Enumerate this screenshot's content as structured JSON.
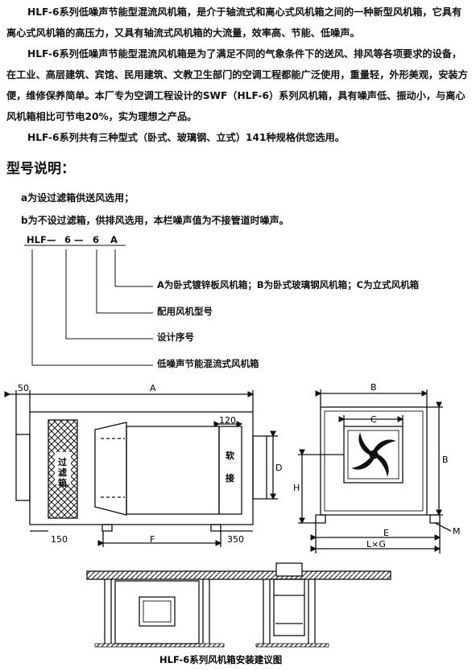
{
  "intro": {
    "p1": "HLF-6系列低噪声节能型混流风机箱，是介于轴流式和离心式风机箱之间的一种新型风机箱，它具有离心式风机箱的高压力，又具有轴流式风机箱的大流量，效率高、节能、低噪声。",
    "p2": "HLF-6系列低噪声节能型混流风机箱是为了满足不同的气象条件下的送风、排风等各项要求的设备，在工业、高层建筑、宾馆、民用建筑、文教卫生部门的空调工程都能广泛使用，重量轻，外形美观，安装方便，维修保养简单。本厂专为空调工程设计的SWF（HLF-6）系列风机箱，具有噪声低、振动小，与离心风机箱相比可节电20%，实为理想之产品。",
    "p3": "HLF-6系列共有三种型式（卧式、玻璃钢、立式）141种规格供您选用。"
  },
  "model_section": {
    "heading": "型号说明：",
    "note_a": "a为设过滤箱供送风选用；",
    "note_b": "b为不设过滤箱，供排风选用，本栏噪声值为不接管道时噪声。",
    "code": {
      "p1": "HLF",
      "d1": "—",
      "p2": "6",
      "d2": "—",
      "p3": "6",
      "p4": "A"
    },
    "legend": [
      "A为卧式镀锌板风机箱；B为卧式玻璃钢风机箱；C为立式风机箱",
      "配用风机型号",
      "设计序号",
      "低噪声节能混流式风机箱"
    ]
  },
  "side_view": {
    "dim_top_left": "50",
    "dim_a": "A",
    "dim_120": "120",
    "filter_label": [
      "过",
      "滤",
      "箱"
    ],
    "flex_label": [
      "软",
      "接"
    ],
    "dim_d": "D",
    "dim_h": "H",
    "dim_150": "150",
    "dim_f": "F",
    "dim_350": "350"
  },
  "front_view": {
    "dim_b_top": "B",
    "dim_c": "C",
    "dim_b_right": "B",
    "dim_e": "E",
    "dim_lg": "L×G",
    "dim_m": "M"
  },
  "install": {
    "caption": "HLF-6系列风机箱安装建议图"
  }
}
